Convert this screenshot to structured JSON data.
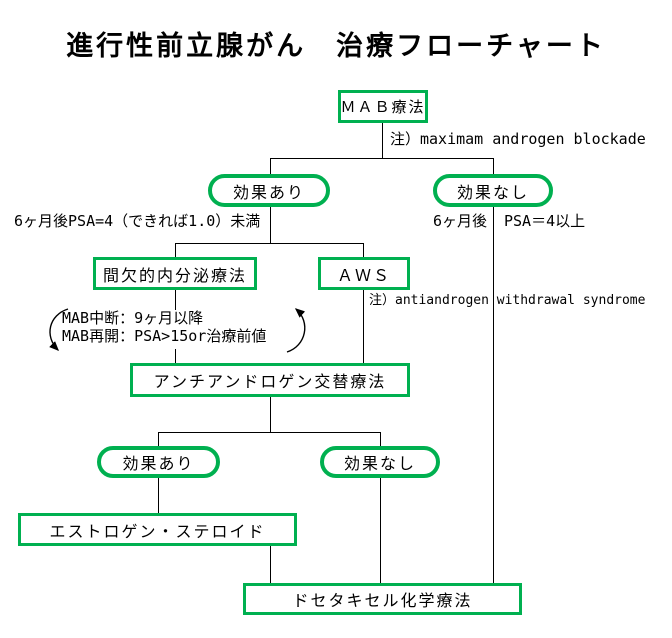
{
  "title": "進行性前立腺がん　治療フローチャート",
  "colors": {
    "node_border": "#00b050",
    "connector": "#000000",
    "text": "#000000"
  },
  "flow": {
    "mab": {
      "label": "ＭＡＢ療法",
      "note": "注）maximam androgen blockade"
    },
    "branch1": {
      "effective": {
        "label": "効果あり",
        "caption": "6ヶ月後PSA=4（できれば1.0）未満"
      },
      "ineffective": {
        "label": "効果なし",
        "caption_left": "6ヶ月後",
        "caption_right": "PSA＝4以上"
      }
    },
    "intermittent": {
      "label": "間欠的内分泌療法",
      "stop_rule": "MAB中断：9ヶ月以降",
      "restart_rule": "MAB再開：PSA>15or治療前値"
    },
    "aws": {
      "label": "ＡＷＳ",
      "note": "注）antiandrogen withdrawal syndrome"
    },
    "switch_therapy": {
      "label": "アンチアンドロゲン交替療法"
    },
    "branch2": {
      "effective": {
        "label": "効果あり"
      },
      "ineffective": {
        "label": "効果なし"
      }
    },
    "estrogen": {
      "label": "エストロゲン・ステロイド"
    },
    "docetaxel": {
      "label": "ドセタキセル化学療法"
    }
  }
}
